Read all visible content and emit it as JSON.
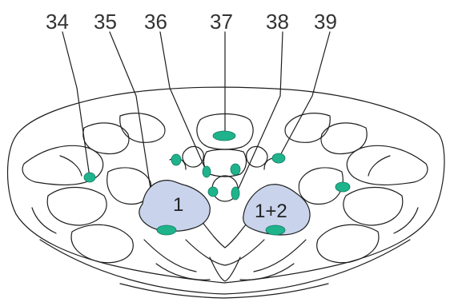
{
  "callouts": [
    "34",
    "35",
    "36",
    "37",
    "38",
    "39"
  ],
  "region_labels": [
    "1",
    "1+2"
  ],
  "colors": {
    "outline": "#1e1e1e",
    "highlight_fill": "#c9d4ec",
    "marker": "#1fb38c",
    "background": "#ffffff"
  }
}
